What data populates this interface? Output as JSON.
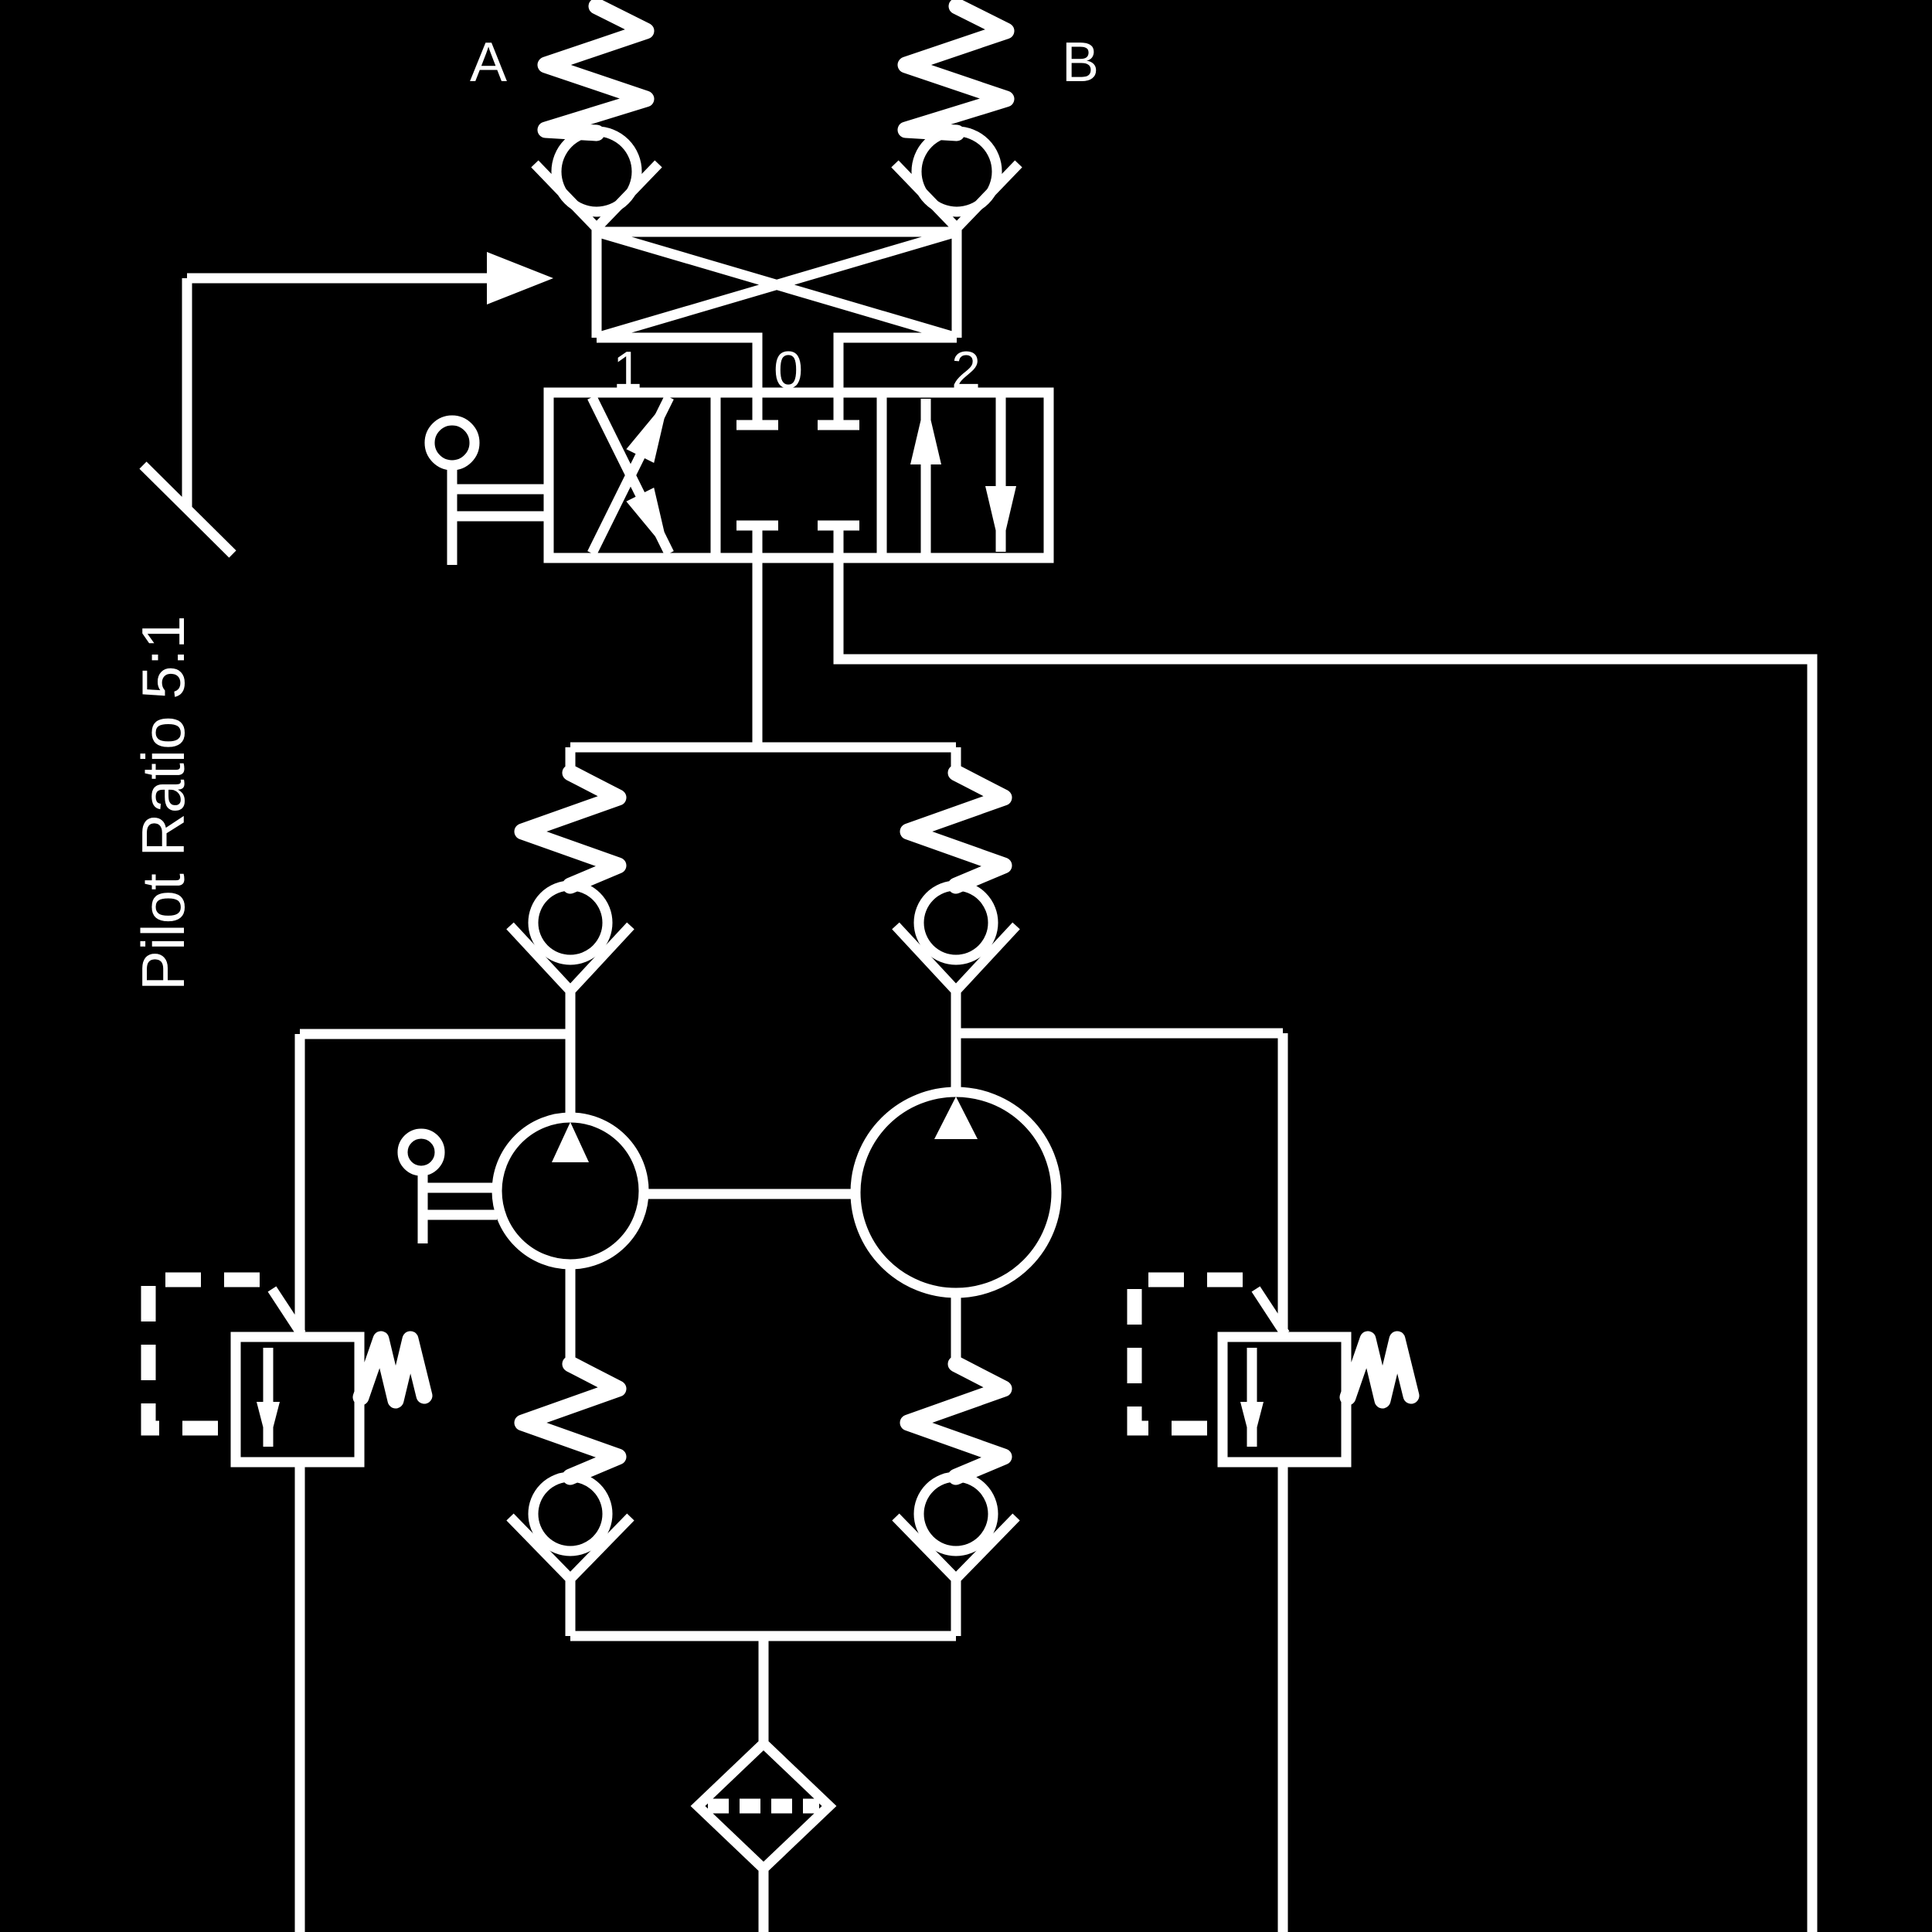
{
  "diagram": {
    "type": "hydraulic-schematic",
    "colors": {
      "background": "#000000",
      "line": "#ffffff"
    },
    "labels": {
      "port_a": "A",
      "port_b": "B",
      "position_1": "1",
      "position_0": "0",
      "position_2": "2",
      "pilot_ratio": "Pilot Ratio 5:1"
    }
  }
}
